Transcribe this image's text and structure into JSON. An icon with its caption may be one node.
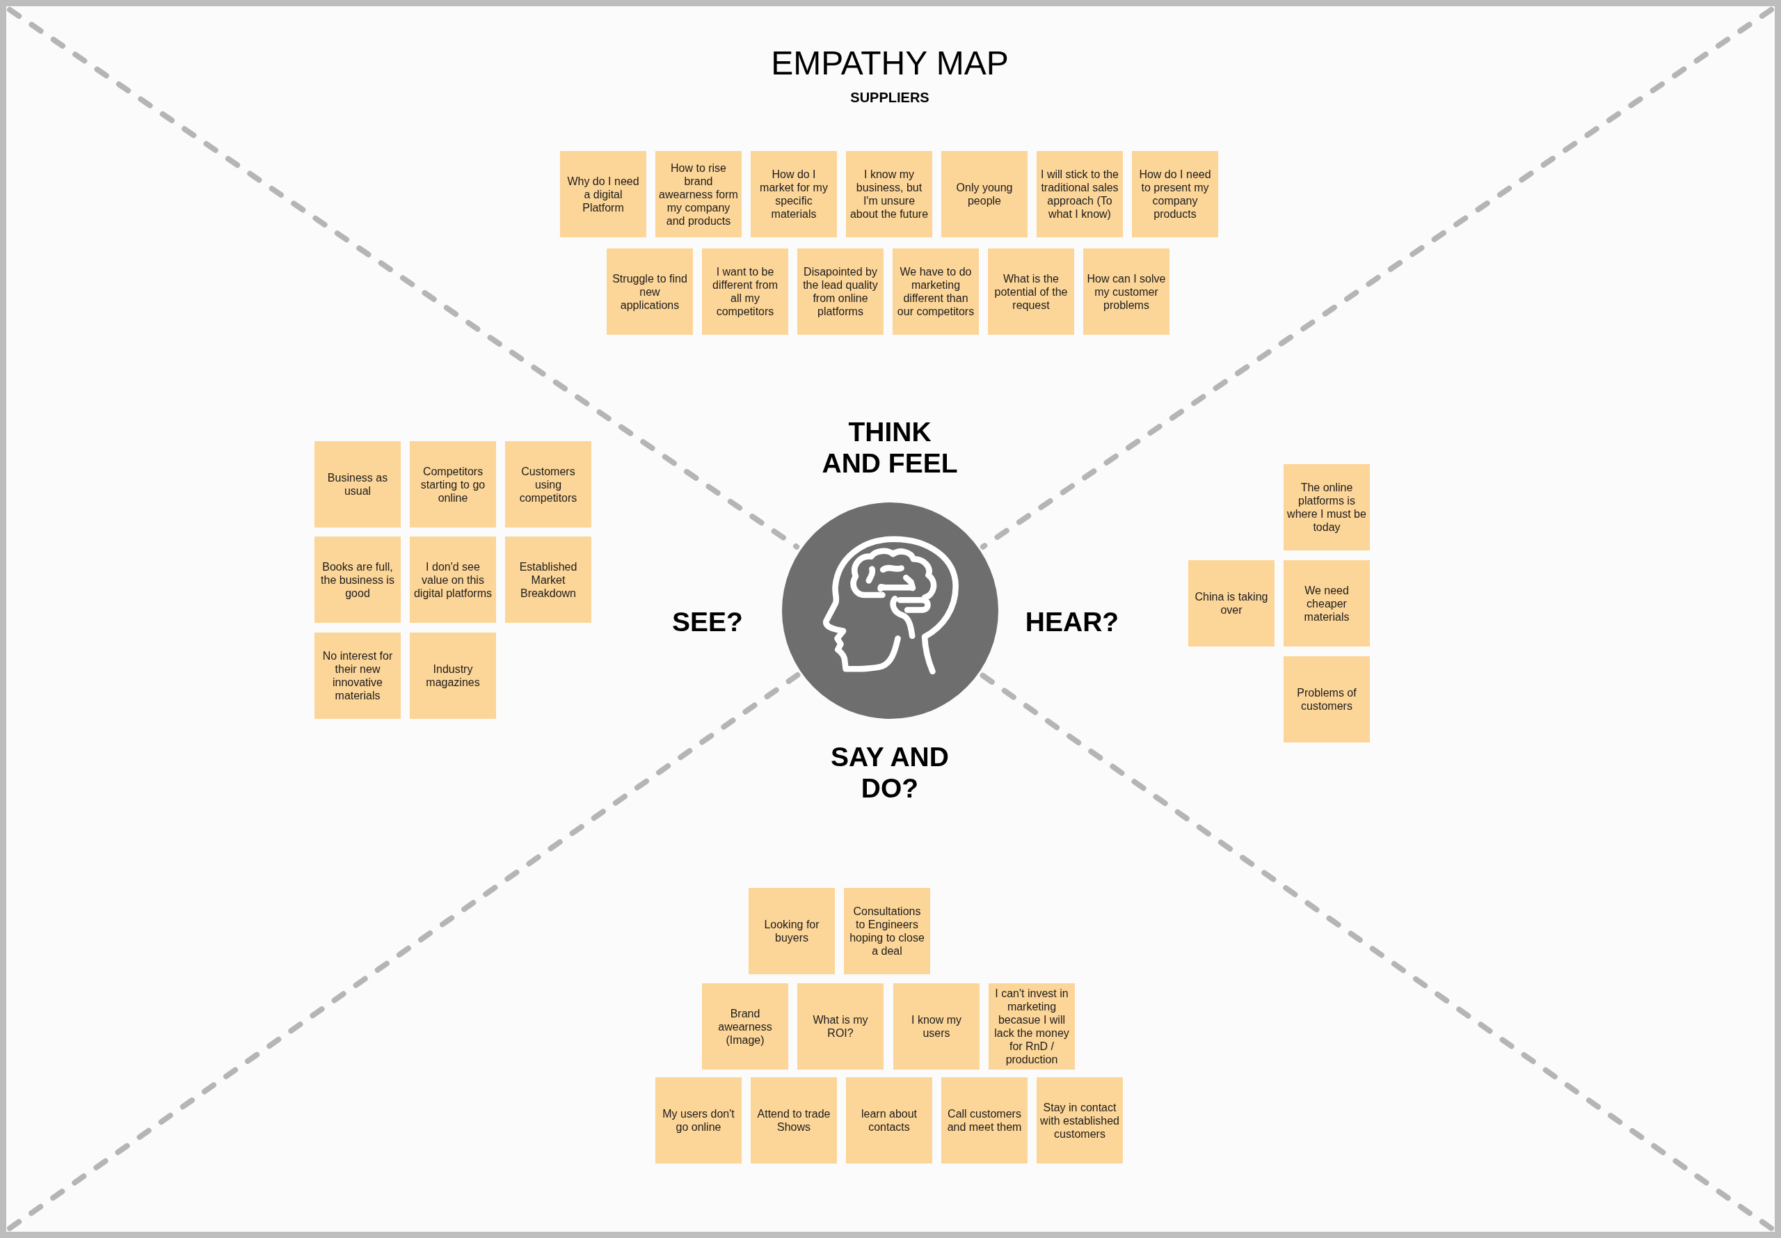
{
  "diagram": {
    "title": "EMPATHY MAP",
    "nodes": [
      {
        "text": [
          "Why do I need a digital Platform"
        ]
      },
      {
        "text": [
          "How to rise brand awearness form my company and products"
        ]
      },
      {
        "text": [
          "How do I market for my specific materials"
        ]
      },
      {
        "text": [
          "I know my business, but I'm unsure about the future"
        ]
      },
      {
        "text": [
          "Only young people"
        ]
      },
      {
        "text": [
          "I will stick to the traditional sales approach (To what I know)"
        ]
      },
      {
        "text": [
          "How do I need to present my company products"
        ]
      },
      {
        "text": [
          "Struggle to find new applications"
        ]
      },
      {
        "text": [
          "I want to be different from all my competitors"
        ]
      },
      {
        "text": [
          "Disapointed by the lead quality from online platforms"
        ]
      },
      {
        "text": [
          "We have to do marketing different than our competitors"
        ]
      },
      {
        "text": [
          "What is the potential of the request"
        ]
      },
      {
        "text": [
          "How can I solve my customer problems"
        ]
      },
      {
        "text": [
          "Business as usual"
        ]
      },
      {
        "text": [
          "Competitors starting to go online"
        ]
      },
      {
        "text": [
          "Customers using competitors"
        ]
      },
      {
        "text": [
          "Books are full, the business is good"
        ]
      },
      {
        "text": [
          "I don'd see value on this digital platforms"
        ]
      },
      {
        "text": [
          "Established Market Breakdown"
        ]
      },
      {
        "text": [
          "No interest for their new innovative materials"
        ]
      },
      {
        "text": [
          "Industry magazines"
        ]
      },
      {
        "text": [
          "The online platforms is where I must be today"
        ]
      },
      {
        "text": [
          "China is taking over"
        ]
      },
      {
        "text": [
          "We need cheaper materials"
        ]
      },
      {
        "text": [
          "Problems of customers"
        ]
      },
      {
        "text": [
          "Looking for buyers"
        ]
      },
      {
        "text": [
          "Consultations to Engineers hoping to close a deal"
        ]
      },
      {
        "text": [
          "Brand awearness (Image)"
        ]
      },
      {
        "text": [
          "What is my ROI?"
        ]
      },
      {
        "text": [
          "I know my users"
        ]
      },
      {
        "text": [
          "I can't invest in marketing becasue I will lack the money for RnD / production"
        ]
      },
      {
        "text": [
          "My users don't go online"
        ]
      },
      {
        "text": [
          "Attend to trade Shows"
        ]
      },
      {
        "text": [
          "learn about contacts"
        ]
      },
      {
        "text": [
          "Call customers and meet them"
        ]
      },
      {
        "text": [
          "Stay in contact with established customers"
        ]
      }
    ],
    "labels": [
      "SUPPLIERS",
      "THINK AND FEEL",
      "SEE?",
      "HEAR?",
      "SAY AND DO?"
    ]
  }
}
